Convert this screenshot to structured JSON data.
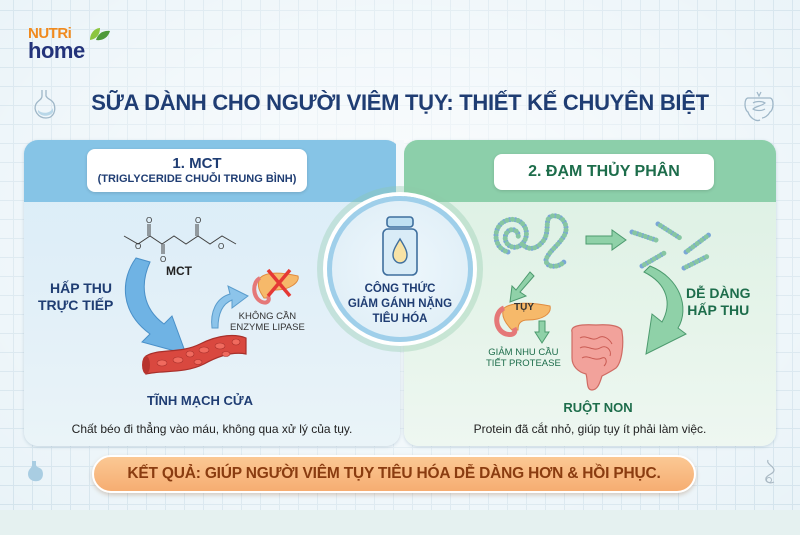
{
  "brand": {
    "line1": "NUTRi",
    "line2": "home",
    "colors": {
      "orange": "#f08a1e",
      "navy": "#23337a",
      "leaf": "#6ab04c"
    }
  },
  "title": "SỮA DÀNH CHO NGƯỜI VIÊM TỤY: THIẾT KẾ CHUYÊN BIỆT",
  "decorations": [
    "stomach-icon",
    "intestine-icon",
    "stomach-icon-small",
    "esophagus-icon"
  ],
  "left_panel": {
    "heading": "1. MCT",
    "subheading": "(TRIGLYCERIDE CHUỖI TRUNG BÌNH)",
    "molecule_label": "MCT",
    "absorb_label_line1": "HẤP THU",
    "absorb_label_line2": "TRỰC TIẾP",
    "pancreas_note_line1": "KHÔNG CẦN",
    "pancreas_note_line2": "ENZYME LIPASE",
    "vein_label": "TĨNH MẠCH CỬA",
    "caption": "Chất béo đi thẳng vào máu, không qua xử lý của tụy.",
    "color": "#86c4e6"
  },
  "center": {
    "line1": "CÔNG THỨC",
    "line2": "GIẢM GÁNH NẶNG",
    "line3": "TIÊU HÓA",
    "icon": "bottle-drop-icon"
  },
  "right_panel": {
    "heading": "2. ĐẠM THỦY PHÂN",
    "pancreas_label": "TỤY",
    "pancreas_note_line1": "GIẢM NHU CẦU",
    "pancreas_note_line2": "TIẾT PROTEASE",
    "absorb_label_line1": "DỄ DÀNG",
    "absorb_label_line2": "HẤP THU",
    "intestine_label": "RUỘT NON",
    "caption": "Protein đã cắt nhỏ, giúp tụy ít phải làm việc.",
    "color": "#8ccfaa"
  },
  "result": "KẾT QUẢ: GIÚP NGƯỜI VIÊM TỤY TIÊU HÓA DỄ DÀNG HƠN & HỒI PHỤC."
}
